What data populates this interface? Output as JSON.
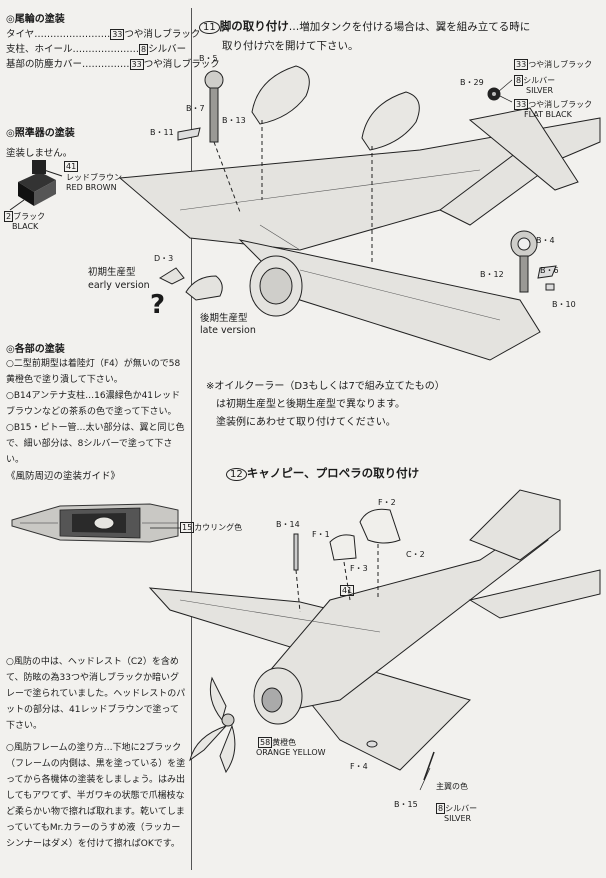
{
  "left": {
    "tail": {
      "heading": "◎尾輪の塗装",
      "rows": [
        {
          "item": "タイヤ",
          "dots": "……………………",
          "code": "33",
          "finish": "つや消しブラック"
        },
        {
          "item": "支柱、ホイール",
          "dots": "…………………",
          "code": "8",
          "finish": "シルバー"
        },
        {
          "item": "基部の防塵カバー",
          "dots": "……………",
          "code": "33",
          "finish": "つや消しブラック"
        }
      ]
    },
    "sight": {
      "heading": "◎照準器の塗装",
      "note": "塗装しません。",
      "red_code": "41",
      "red_jp": "レッドブラウン",
      "red_en": "RED BROWN",
      "black_code": "2",
      "black_jp": "ブラック",
      "black_en": "BLACK"
    },
    "parts": {
      "heading": "◎各部の塗装",
      "p1": "○二型前期型は着陸灯（F4）が無いので58黄橙色で塗り潰して下さい。",
      "p2": "○B14アンテナ支柱…16濃緑色か41レッドブラウンなどの茶系の色で塗って下さい。",
      "p3": "○B15・ピトー管…太い部分は、翼と同じ色で、細い部分は、8シルバーで塗って下さい。"
    },
    "guide": {
      "title": "《風防周辺の塗装ガイド》",
      "cowl_code": "15",
      "cowl_label": "カウリング色"
    },
    "canopy_note": "○風防の中は、ヘッドレスト（C2）を含めて、防眩の為33つや消しブラックか暗いグレーで塗られていました。ヘッドレストのパットの部分は、41レッドブラウンで塗って下さい。",
    "frame_note": "○風防フレームの塗り方…下地に2ブラック（フレームの内側は、黒を塗っている）を塗ってから各機体の塗装をしましょう。はみ出してもアワてず、半ガワキの状態で爪楊枝など柔らかい物で擦れば取れます。乾いてしまっていてもMr.カラーのうすめ液（ラッカーシンナーはダメ）を付けて擦ればOKです。"
  },
  "step11": {
    "num": "11",
    "title": "脚の取り付け",
    "title_rest": "…増加タンクを付ける場合は、翼を組み立てる時に",
    "title_line2": "取り付け穴を開けて下さい。",
    "labels": {
      "b5": "B・5",
      "b7": "B・7",
      "b13": "B・13",
      "b11": "B・11",
      "b29": "B・29",
      "b4": "B・4",
      "b12": "B・12",
      "b6": "B・6",
      "b10": "B・10",
      "d3": "D・3"
    },
    "paint": {
      "c33a": "33",
      "flat_jp": "つや消しブラック",
      "c8": "8",
      "silver_jp": "シルバー",
      "silver_en": "SILVER",
      "c33b": "33",
      "flat_jp2": "つや消しブラック",
      "flat_en": "FLAT BLACK"
    },
    "early_jp": "初期生産型",
    "early_en": "early version",
    "late_jp": "後期生産型",
    "late_en": "late version",
    "question": "?",
    "note1": "※オイルクーラー（D3もしくは7で組み立てたもの）",
    "note2": "は初期生産型と後期生産型で異なります。",
    "note3": "塗装例にあわせて取り付けてください。"
  },
  "step12": {
    "num": "12",
    "title": "キャノピー、プロペラの取り付け",
    "labels": {
      "f2": "F・2",
      "f1": "F・1",
      "b14": "B・14",
      "c2": "C・2",
      "f3": "F・3",
      "c41": "41",
      "f4": "F・4",
      "b15": "B・15"
    },
    "orange_code": "58",
    "orange_jp": "黄橙色",
    "orange_en": "ORANGE YELLOW",
    "wing_color": "主翼の色",
    "silver_code": "8",
    "silver_jp": "シルバー",
    "silver_en": "SILVER"
  }
}
